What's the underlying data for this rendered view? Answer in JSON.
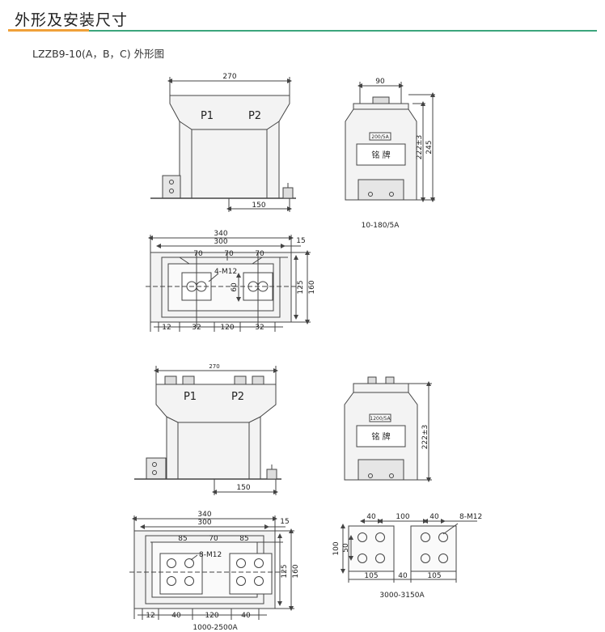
{
  "page": {
    "title": "外形及安装尺寸",
    "accent_orange": "#f0a13a",
    "accent_green": "#3ba57c",
    "subtitle": "LZZB9-10(A，B，C) 外形图"
  },
  "fig1": {
    "dim_top": "270",
    "label_p1": "P1",
    "label_p2": "P2",
    "dim_bottom": "150"
  },
  "fig2": {
    "dim_top": "90",
    "plate": "200/5A",
    "nameplate": "铭  牌",
    "dim_h1": "222±3",
    "dim_h2": "245",
    "caption": "10-180/5A"
  },
  "fig3": {
    "dim_340": "340",
    "dim_300": "300",
    "dim_15": "15",
    "dim_70a": "70",
    "dim_70b": "70",
    "dim_70c": "70",
    "bolt": "4-M12",
    "dim_60": "60",
    "dim_125": "125",
    "dim_160": "160",
    "dim_12": "12",
    "dim_32a": "32",
    "dim_120": "120",
    "dim_32b": "32"
  },
  "fig4": {
    "dim_top": "270",
    "label_p1": "P1",
    "label_p2": "P2",
    "dim_bottom": "150"
  },
  "fig5": {
    "plate": "1200/5A",
    "nameplate": "铭  牌",
    "dim_h1": "222±3"
  },
  "fig6": {
    "dim_340": "340",
    "dim_300": "300",
    "dim_15": "15",
    "dim_85a": "85",
    "dim_70": "70",
    "dim_85b": "85",
    "bolt": "8-M12",
    "dim_125": "125",
    "dim_160": "160",
    "dim_12": "12",
    "dim_40a": "40",
    "dim_120": "120",
    "dim_40b": "40",
    "caption": "1000-2500A"
  },
  "fig7": {
    "dim_40a": "40",
    "dim_100": "100",
    "dim_40b": "40",
    "bolt": "8-M12",
    "dim_100v": "100",
    "dim_50v": "50",
    "dim_105a": "105",
    "dim_40c": "40",
    "dim_105b": "105",
    "caption": "3000-3150A"
  }
}
